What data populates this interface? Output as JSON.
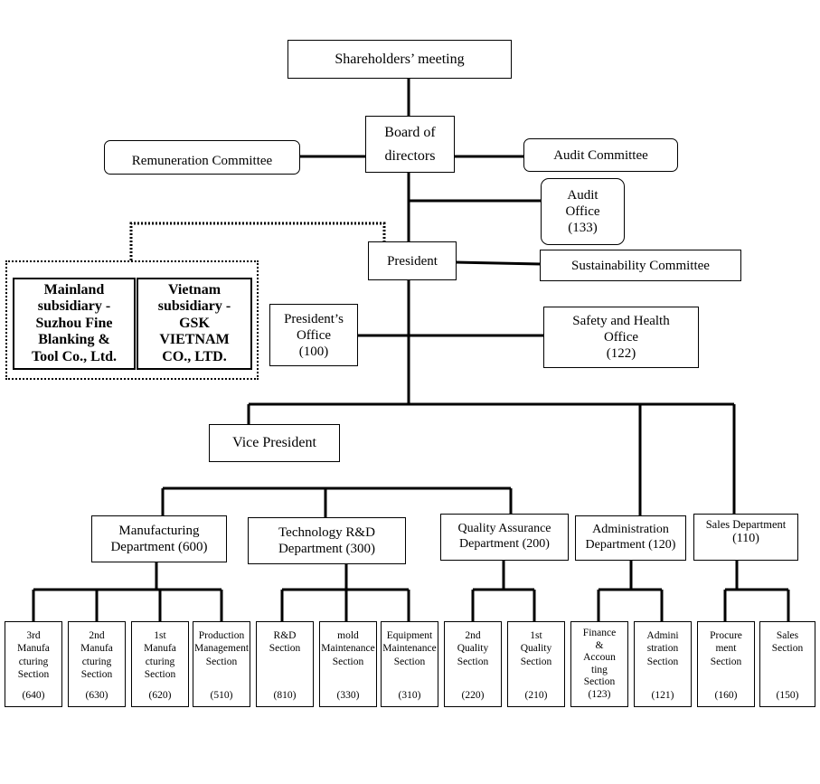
{
  "top": {
    "shareholders": "Shareholders’ meeting",
    "board": "Board of\ndirectors",
    "remuneration": "Remuneration Committee",
    "audit_committee": "Audit Committee",
    "audit_office": "Audit\nOffice\n(133)",
    "president": "President",
    "sustainability": "Sustainability Committee",
    "presidents_office": "President’s\nOffice\n(100)",
    "safety_health": "Safety and Health\nOffice\n(122)",
    "vice_president": "Vice President"
  },
  "subsidiaries": {
    "mainland": "Mainland\nsubsidiary -\nSuzhou Fine\nBlanking &\nTool Co., Ltd.",
    "vietnam": "Vietnam\nsubsidiary -\nGSK\nVIETNAM\nCO., LTD."
  },
  "departments": {
    "manufacturing": "Manufacturing\nDepartment (600)",
    "technology": "Technology R&D\nDepartment (300)",
    "quality": "Quality Assurance\nDepartment (200)",
    "administration": "Administration\nDepartment (120)",
    "sales_name": "Sales Department",
    "sales_code": "(110)"
  },
  "sections": [
    {
      "label": "3rd\nManufa\ncturing\nSection",
      "code": "(640)"
    },
    {
      "label": "2nd\nManufa\ncturing\nSection",
      "code": "(630)"
    },
    {
      "label": "1st\nManufa\ncturing\nSection",
      "code": "(620)"
    },
    {
      "label": "Production\nManagement\nSection",
      "code": "(510)"
    },
    {
      "label": "R&D\nSection",
      "code": "(810)"
    },
    {
      "label": "mold\nMaintenance\nSection",
      "code": "(330)"
    },
    {
      "label": "Equipment\nMaintenance\nSection",
      "code": "(310)"
    },
    {
      "label": "2nd\nQuality\nSection",
      "code": "(220)"
    },
    {
      "label": "1st\nQuality\nSection",
      "code": "(210)"
    },
    {
      "label": "Finance\n&\nAccoun\nting\nSection",
      "code": "(123)"
    },
    {
      "label": "Admini\nstration\nSection",
      "code": "(121)"
    },
    {
      "label": "Procure\nment\nSection",
      "code": "(160)"
    },
    {
      "label": "Sales\nSection",
      "code": "(150)"
    }
  ]
}
